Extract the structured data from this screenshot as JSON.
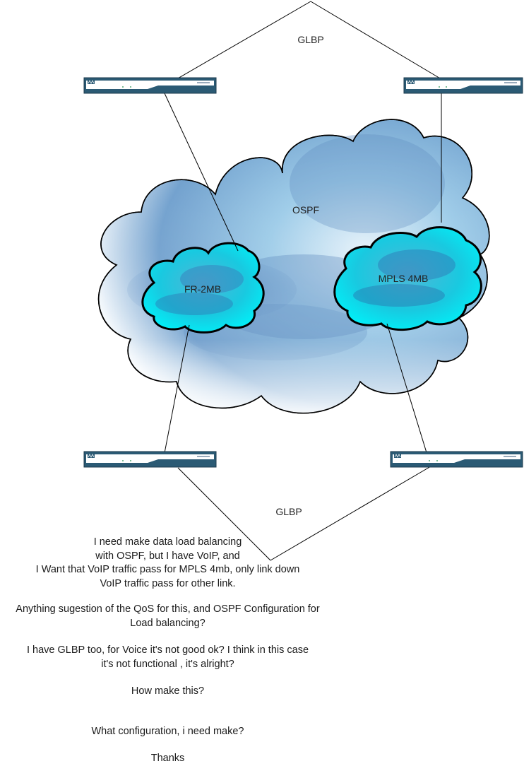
{
  "labels": {
    "glbp_top": "GLBP",
    "glbp_bottom": "GLBP",
    "ospf": "OSPF",
    "fr": "FR-2MB",
    "mpls": "MPLS 4MB"
  },
  "notes": {
    "p1": "I need make data load balancing\nwith OSPF, but I have VoIP, and\nI Want that VoIP traffic pass for MPLS 4mb, only link down\nVoIP traffic pass for other link.",
    "p2": "Anything sugestion of the QoS for this, and OSPF Configuration for\nLoad balancing?",
    "p3": "I have GLBP too, for Voice it's not good ok? I think in this case\nit's not functional , it's alright?",
    "p4": "How make this?",
    "p5": "What configuration, i need make?",
    "p6": "Thanks"
  },
  "colors": {
    "router_body": "#2b5a74",
    "router_face": "#ffffff",
    "ospf_cloud_edge": "#9ccde6",
    "ospf_cloud_inner": "#4f82bb",
    "wan_cloud": "#00e7f3",
    "line": "#000000"
  },
  "icons": [
    "router-icon",
    "cloud-icon"
  ]
}
